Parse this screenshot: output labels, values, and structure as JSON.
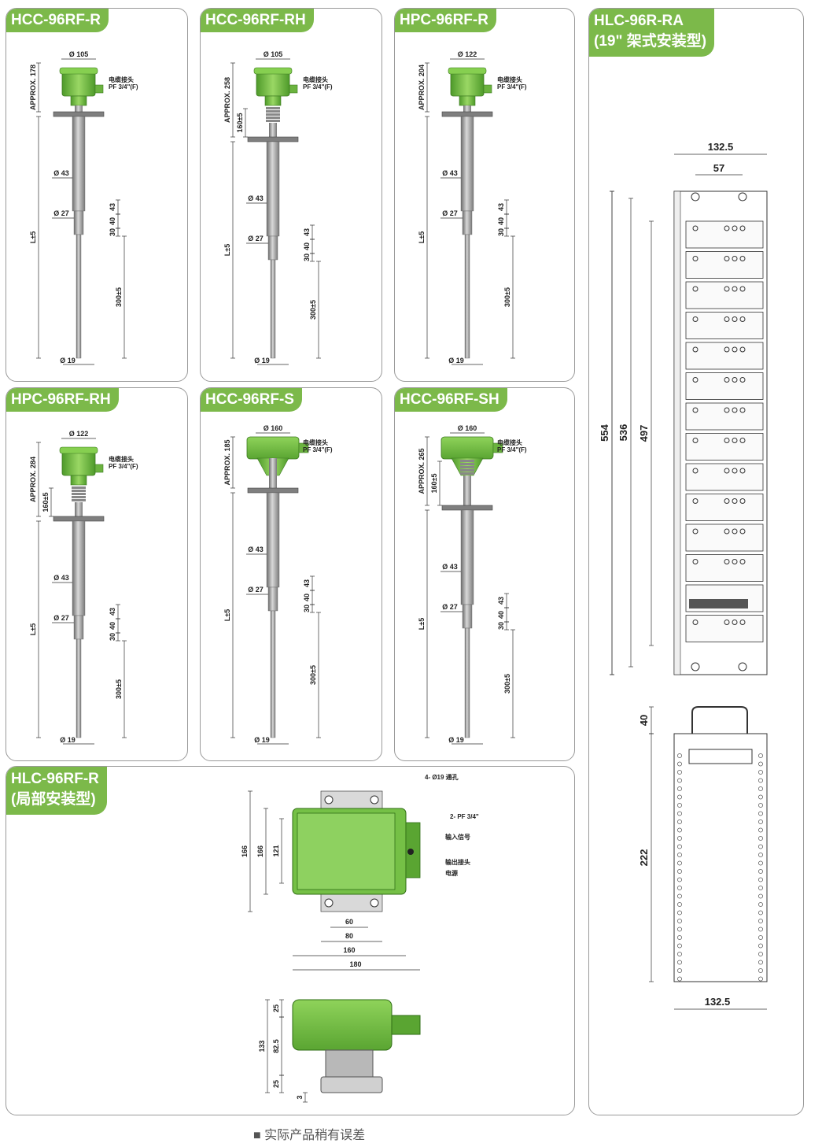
{
  "panels": [
    {
      "model": "HCC-96RF-R",
      "dims": {
        "top": "Ø 105",
        "approx": "APPROX. 178",
        "cable": "电缆接头",
        "pf": "PF 3/4\"(F)",
        "d43": "Ø 43",
        "d27": "Ø 27",
        "d19": "Ø 19",
        "l": "L±5",
        "a43": "43",
        "a40": "40",
        "a30": "30",
        "a300": "300±5"
      }
    },
    {
      "model": "HCC-96RF-RH",
      "dims": {
        "top": "Ø 105",
        "approx": "APPROX. 258",
        "h160": "160±5",
        "cable": "电缆接头",
        "pf": "PF 3/4\"(F)",
        "d43": "Ø 43",
        "d27": "Ø 27",
        "d19": "Ø 19",
        "l": "L±5",
        "a43": "43",
        "a40": "40",
        "a30": "30",
        "a300": "300±5"
      }
    },
    {
      "model": "HPC-96RF-R",
      "dims": {
        "top": "Ø 122",
        "approx": "APPROX. 204",
        "cable": "电缆接头",
        "pf": "PF 3/4\"(F)",
        "d43": "Ø 43",
        "d27": "Ø 27",
        "d19": "Ø 19",
        "l": "L±5",
        "a43": "43",
        "a40": "40",
        "a30": "30",
        "a300": "300±5"
      }
    },
    {
      "model": "HPC-96RF-RH",
      "dims": {
        "top": "Ø 122",
        "approx": "APPROX. 284",
        "h160": "160±5",
        "cable": "电缆接头",
        "pf": "PF 3/4\"(F)",
        "d43": "Ø 43",
        "d27": "Ø 27",
        "d19": "Ø 19",
        "l": "L±5",
        "a43": "43",
        "a40": "40",
        "a30": "30",
        "a300": "300±5"
      }
    },
    {
      "model": "HCC-96RF-S",
      "dims": {
        "top": "Ø 160",
        "approx": "APPROX. 185",
        "cable": "电缆接头",
        "pf": "PF 3/4\"(F)",
        "d43": "Ø 43",
        "d27": "Ø 27",
        "d19": "Ø 19",
        "l": "L±5",
        "a43": "43",
        "a40": "40",
        "a30": "30",
        "a300": "300±5"
      }
    },
    {
      "model": "HCC-96RF-SH",
      "dims": {
        "top": "Ø 160",
        "approx": "APPROX. 265",
        "h160": "160±5",
        "cable": "电缆接头",
        "pf": "PF 3/4\"(F)",
        "d43": "Ø 43",
        "d27": "Ø 27",
        "d19": "Ø 19",
        "l": "L±5",
        "a43": "43",
        "a40": "40",
        "a30": "30",
        "a300": "300±5"
      }
    }
  ],
  "local": {
    "title1": "HLC-96RF-R",
    "title2": "(局部安装型)",
    "holes": "4- Ø19 通孔",
    "pf": "2- PF 3/4\"",
    "input": "输入信号",
    "output": "输出接头",
    "power": "电源",
    "d166a": "166",
    "d166b": "166",
    "d121": "121",
    "d60": "60",
    "d80": "80",
    "d160": "160",
    "d180": "180",
    "s25a": "25",
    "s825": "82.5",
    "s133": "133",
    "s25b": "25",
    "s3": "3"
  },
  "rack": {
    "title1": "HLC-96R-RA",
    "title2": "(19\" 架式安装型)",
    "w1325": "132.5",
    "w57": "57",
    "h554": "554",
    "h536": "536",
    "h497": "497",
    "h40": "40",
    "h222": "222",
    "w1325b": "132.5"
  },
  "footnote": "■ 实际产品稍有误差",
  "colors": {
    "green": "#7cb94a",
    "head": "#6fbf3b",
    "rod": "#a3a3a3"
  }
}
